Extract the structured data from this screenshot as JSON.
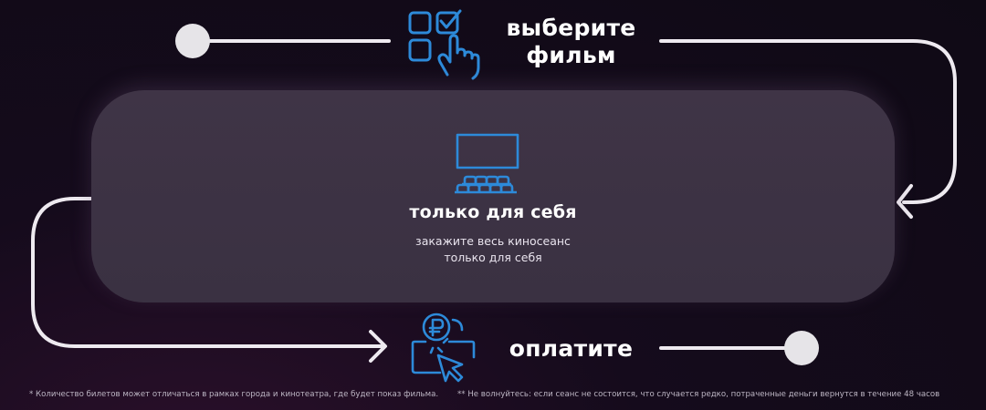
{
  "steps": [
    {
      "label_line1": "выберите",
      "label_line2": "фильм",
      "icon": "touch-select-grid-icon"
    },
    {
      "title": "только для себя",
      "subtitle_line1": "закажите весь киносеанс",
      "subtitle_line2": "только для себя",
      "icon": "cinema-hall-icon"
    },
    {
      "label": "оплатите",
      "icon": "ruble-payment-click-icon"
    }
  ],
  "footnotes": {
    "left": "* Количество билетов может отличаться в рамках города и кинотеатра, где будет показ фильма.",
    "right": "** Не волнуйтесь: если сеанс не состоится, что случается редко, потраченные деньги вернутся в течение 48 часов"
  },
  "colors": {
    "background": "#150b1c",
    "card": "#3c3244",
    "accent_blue": "#2d8ad9",
    "line": "#eeeaf0"
  }
}
